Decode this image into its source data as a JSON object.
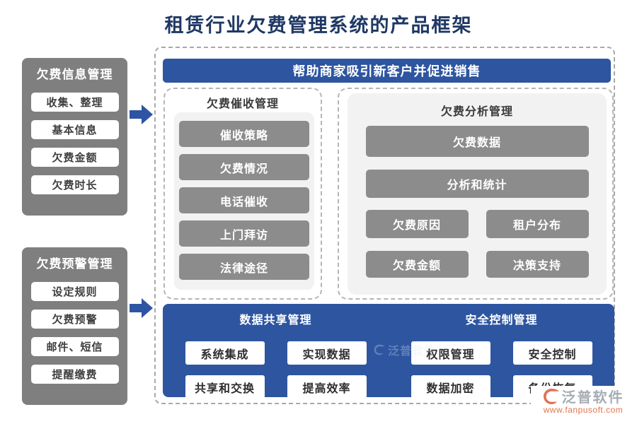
{
  "title": "租赁行业欠费管理系统的产品框架",
  "colors": {
    "title_navy": "#1f3864",
    "accent_blue": "#2e55a0",
    "arrow_blue": "#2e55a4",
    "side_panel_gray": "#7f7f7f",
    "button_gray": "#8c8c8c",
    "light_gray": "#f2f2f2",
    "watermark_orange": "#e2754a"
  },
  "left_panels": [
    {
      "title": "欠费信息管理",
      "items": [
        "收集、整理",
        "基本信息",
        "欠费金额",
        "欠费时长"
      ]
    },
    {
      "title": "欠费预警管理",
      "items": [
        "设定规则",
        "欠费预警",
        "邮件、短信",
        "提醒缴费"
      ]
    }
  ],
  "banner": "帮助商家吸引新客户并促进销售",
  "collection_panel": {
    "title": "欠费催收管理",
    "items": [
      "催收策略",
      "欠费情况",
      "电话催收",
      "上门拜访",
      "法律途径"
    ]
  },
  "analysis_panel": {
    "title": "欠费分析管理",
    "wide_items": [
      "欠费数据",
      "分析和统计"
    ],
    "grid_items": [
      "欠费原因",
      "租户分布",
      "欠费金额",
      "决策支持"
    ]
  },
  "bottom_panel": {
    "sections": [
      {
        "title": "数据共享管理",
        "rows": [
          [
            "系统集成",
            "实现数据"
          ],
          [
            "共享和交换",
            "提高效率"
          ]
        ]
      },
      {
        "title": "安全控制管理",
        "rows": [
          [
            "权限管理",
            "安全控制"
          ],
          [
            "数据加密",
            "备份恢复"
          ]
        ]
      }
    ]
  },
  "watermark": {
    "logo_text": "泛普软件",
    "url": "www.fanpusoft.com"
  }
}
